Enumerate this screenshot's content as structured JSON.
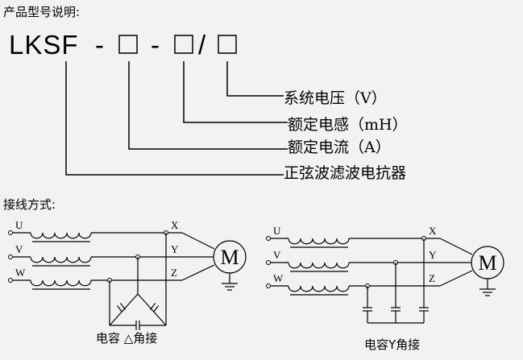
{
  "model_section": {
    "title": "产品型号说明:",
    "code": {
      "prefix": "LKSF",
      "sep1": "-",
      "box1": "口",
      "sep2": "-",
      "box2": "口",
      "slash": "/",
      "box3": "口"
    },
    "descriptions": [
      "系统电压（V）",
      "额定电感（mH）",
      "额定电流（A）",
      "正弦波滤波电抗器"
    ]
  },
  "wiring_section": {
    "title": "接线方式:",
    "diagrams": [
      {
        "inputs": [
          "U",
          "V",
          "W"
        ],
        "outputs": [
          "X",
          "Y",
          "Z"
        ],
        "motor_label": "M",
        "caption": "电容 △角接"
      },
      {
        "inputs": [
          "U",
          "V",
          "W"
        ],
        "outputs": [
          "X",
          "Y",
          "Z"
        ],
        "motor_label": "M",
        "caption": "电容Y角接"
      }
    ]
  }
}
